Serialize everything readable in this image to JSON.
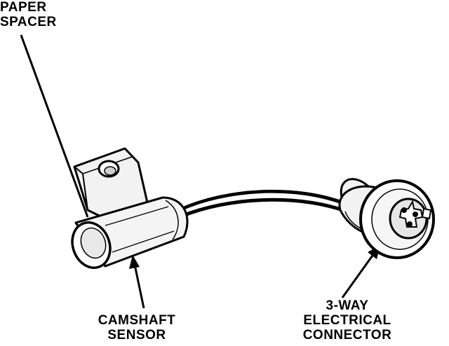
{
  "labels": {
    "paper_spacer": [
      "PAPER",
      "SPACER"
    ],
    "camshaft_sensor": [
      "CAMSHAFT",
      "SENSOR"
    ],
    "connector": [
      "3-WAY",
      "ELECTRICAL",
      "CONNECTOR"
    ]
  },
  "colors": {
    "ink": "#000000",
    "paper": "#ffffff",
    "shade": "#e8e8e8"
  }
}
